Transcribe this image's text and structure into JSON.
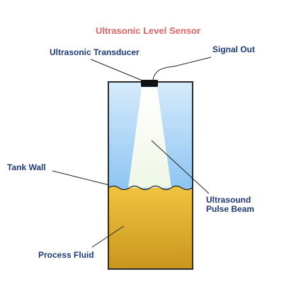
{
  "diagram": {
    "title": "Ultrasonic Level Sensor",
    "labels": {
      "transducer": "Ultrasonic Transducer",
      "signal_out": "Signal Out",
      "tank_wall": "Tank Wall",
      "beam_line1": "Ultrasound",
      "beam_line2": "Pulse Beam",
      "process_fluid": "Process Fluid"
    },
    "colors": {
      "title": "#e06666",
      "label": "#1f3a7a",
      "tank_outline": "#2b2b2b",
      "air_top": "#d6ebfa",
      "air_bottom": "#8cc4f2",
      "fluid_top": "#f0c440",
      "fluid_bottom": "#c8961c",
      "beam_top": "#ffffff",
      "beam_bottom": "#eef7e6",
      "transducer": "#111111",
      "leader_line": "#222222"
    }
  }
}
